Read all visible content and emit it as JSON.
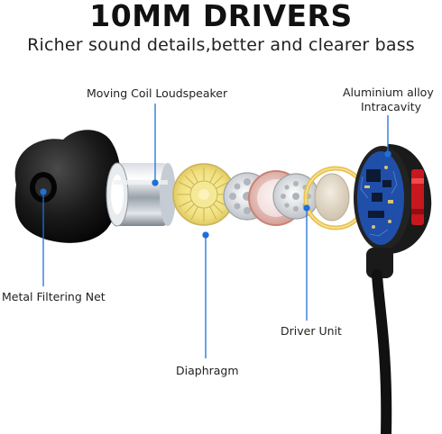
{
  "header": {
    "title": "10MM DRIVERS",
    "subtitle": "Richer sound details,better and clearer bass"
  },
  "callouts": {
    "moving_coil": "Moving Coil Loudspeaker",
    "aluminium_line1": "Aluminium alloy",
    "aluminium_line2": "Intracavity",
    "metal_filter": "Metal Filtering Net",
    "driver_unit": "Driver Unit",
    "diaphragm": "Diaphragm"
  },
  "colors": {
    "callout_line": "#1e6fd9",
    "diaphragm": "#f3e38a",
    "ring_gold": "#e8c24f",
    "ring_copper": "#d9928a",
    "pcb": "#1f4fa8",
    "accent_red": "#c8171e"
  }
}
